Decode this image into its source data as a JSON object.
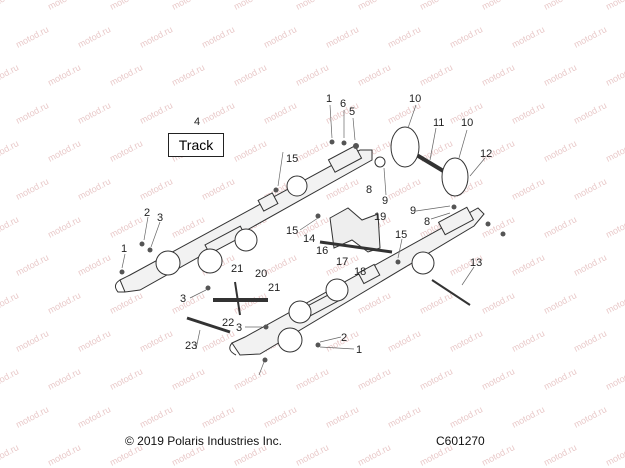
{
  "diagram": {
    "box_label": "Track",
    "callouts": [
      "1",
      "6",
      "5",
      "10",
      "4",
      "15",
      "11",
      "10",
      "12",
      "9",
      "8",
      "2",
      "3",
      "1",
      "9",
      "8",
      "15",
      "14",
      "16",
      "19",
      "17",
      "15",
      "18",
      "13",
      "21",
      "20",
      "21",
      "3",
      "22",
      "23",
      "3",
      "2",
      "1"
    ],
    "copyright": "© 2019 Polaris Industries Inc.",
    "figure_code": "C601270",
    "watermark": "motod.ru"
  }
}
